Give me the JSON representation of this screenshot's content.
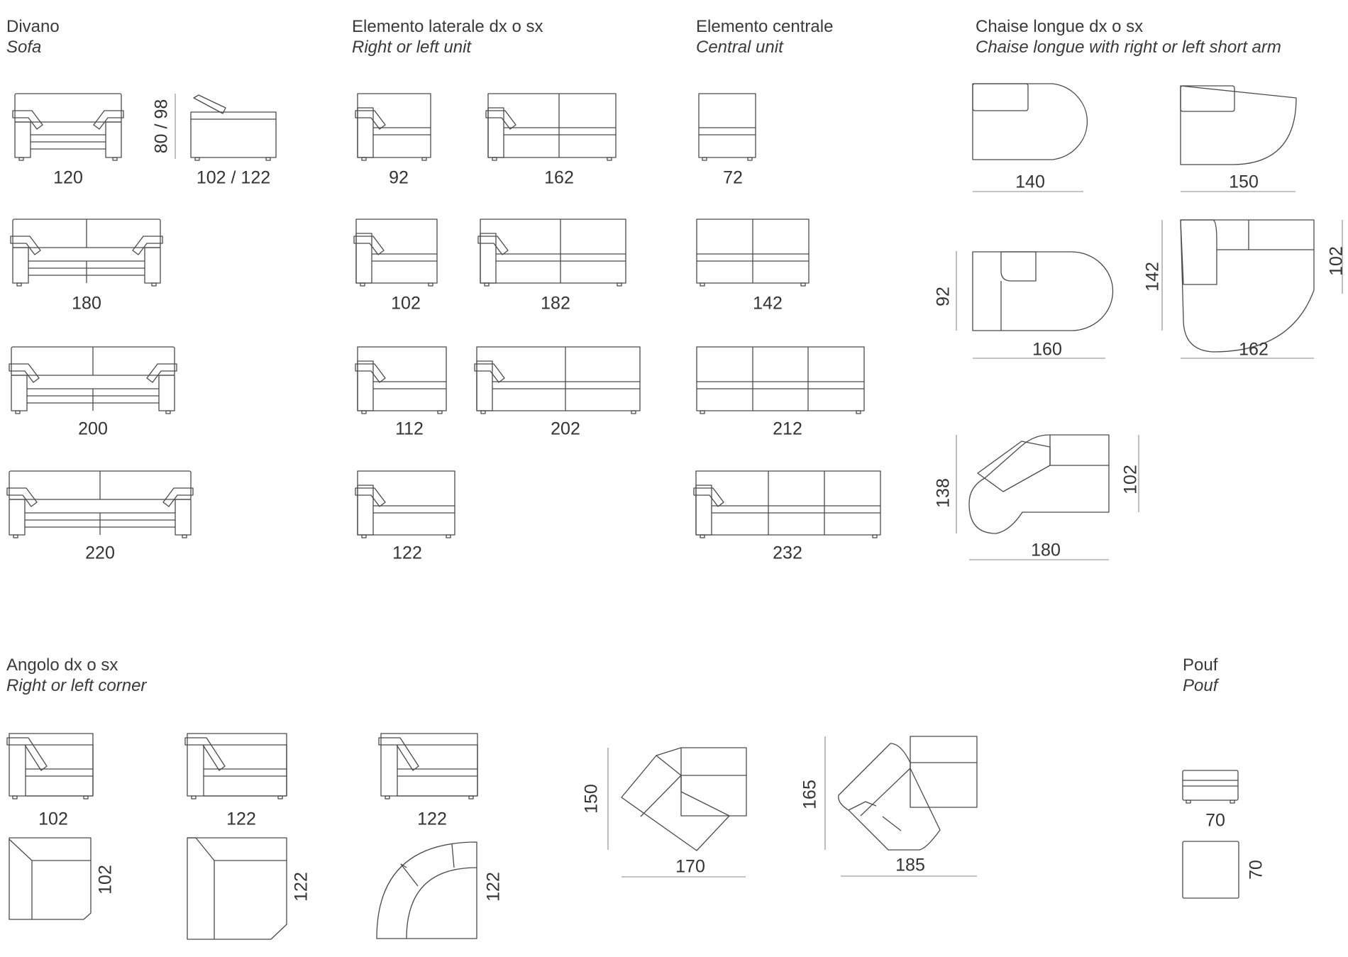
{
  "sections": {
    "divano": {
      "title": "Divano",
      "subtitle": "Sofa"
    },
    "laterale": {
      "title": "Elemento laterale dx o sx",
      "subtitle": "Right or left unit"
    },
    "centrale": {
      "title": "Elemento centrale",
      "subtitle": "Central unit"
    },
    "chaise": {
      "title": "Chaise longue dx o sx",
      "subtitle": "Chaise longue with right or left short arm"
    },
    "angolo": {
      "title": "Angolo dx o sx",
      "subtitle": "Right or left corner"
    },
    "pouf": {
      "title": "Pouf",
      "subtitle": "Pouf"
    }
  },
  "dims": {
    "sofa_120": "120",
    "sofa_side_depth": "102 / 122",
    "sofa_height": "80 / 98",
    "sofa_180": "180",
    "sofa_200": "200",
    "sofa_220": "220",
    "lat_92": "92",
    "lat_162": "162",
    "lat_102": "102",
    "lat_182": "182",
    "lat_112": "112",
    "lat_202": "202",
    "lat_122": "122",
    "cen_72": "72",
    "cen_142": "142",
    "cen_212": "212",
    "cen_232": "232",
    "ch_140": "140",
    "ch_150": "150",
    "ch_160": "160",
    "ch_92": "92",
    "ch_142": "142",
    "ch_162": "162",
    "ch_102a": "102",
    "ch_138": "138",
    "ch_180": "180",
    "ch_102b": "102",
    "ang_102": "102",
    "ang_122a": "122",
    "ang_122b": "122",
    "ang_plan_102": "102",
    "ang_plan_122a": "122",
    "ang_plan_122b": "122",
    "ang_150": "150",
    "ang_170": "170",
    "ang_165": "165",
    "ang_185": "185",
    "pouf_70w": "70",
    "pouf_70d": "70"
  }
}
